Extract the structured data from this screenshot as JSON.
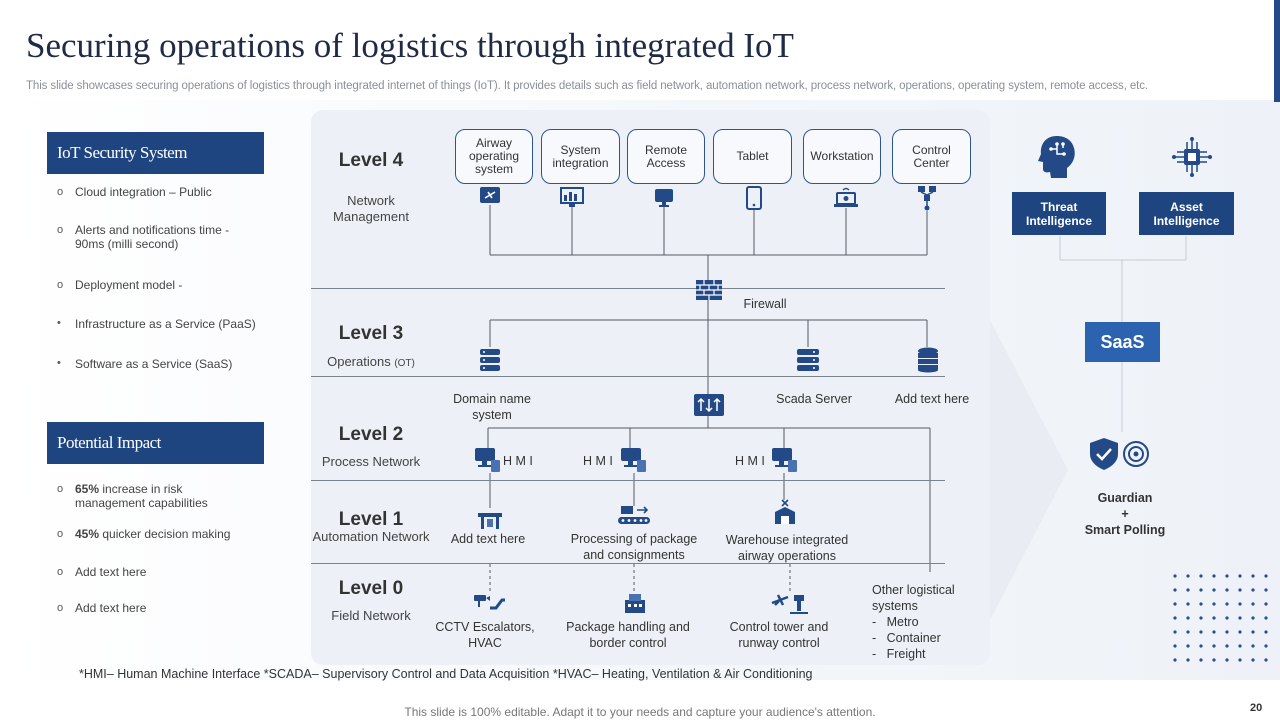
{
  "title": "Securing operations of logistics through integrated IoT",
  "subtitle": "This slide showcases securing operations of logistics through integrated internet of things (IoT). It provides details such as field network, automation network, process network, operations, operating system, remote access, etc.",
  "left": {
    "iot_header": "IoT Security System",
    "iot_items": [
      {
        "marker": "o",
        "text": "Cloud integration – Public"
      },
      {
        "marker": "o",
        "text": "Alerts and notifications time - 90ms (milli second)"
      },
      {
        "marker": "o",
        "text": "Deployment model -"
      },
      {
        "marker": "•",
        "text": "Infrastructure as a Service (PaaS)"
      },
      {
        "marker": "•",
        "text": "Software as a Service (SaaS)"
      }
    ],
    "impact_header": "Potential Impact",
    "impact_items": [
      {
        "marker": "o",
        "bold": "65%",
        "text": " increase in risk management capabilities"
      },
      {
        "marker": "o",
        "bold": "45%",
        "text": " quicker decision making"
      },
      {
        "marker": "o",
        "bold": "",
        "text": "Add text here"
      },
      {
        "marker": "o",
        "bold": "",
        "text": "Add text here"
      }
    ]
  },
  "levels": [
    {
      "name": "Level 4",
      "sub": "Network Management"
    },
    {
      "name": "Level 3",
      "sub": "Operations",
      "sub_small": "(OT)"
    },
    {
      "name": "Level 2",
      "sub": "Process Network"
    },
    {
      "name": "Level 1",
      "sub": "Automation Network"
    },
    {
      "name": "Level 0",
      "sub": "Field Network"
    }
  ],
  "devices": [
    "Airway operating system",
    "System integration",
    "Remote Access",
    "Tablet",
    "Workstation",
    "Control Center"
  ],
  "firewall_label": "Firewall",
  "level3_nodes": {
    "dns": "Domain name system",
    "scada": "Scada Server",
    "add": "Add text here"
  },
  "hmi": [
    "H M I",
    "H M I",
    "H M I"
  ],
  "level1_nodes": [
    "Add text here",
    "Processing of package and consignments",
    "Warehouse integrated airway operations"
  ],
  "level0_nodes": [
    "CCTV Escalators, HVAC",
    "Package handling and border control",
    "Control tower and runway control"
  ],
  "other_systems": {
    "title": "Other logistical systems",
    "items": [
      "Metro",
      "Container",
      "Freight"
    ]
  },
  "right": {
    "threat": "Threat Intelligence",
    "asset": "Asset Intelligence",
    "saas": "SaaS",
    "guardian": "Guardian",
    "plus": "+",
    "smart": "Smart Polling"
  },
  "footnote": "*HMI– Human Machine Interface *SCADA– Supervisory Control and Data Acquisition *HVAC– Heating, Ventilation & Air Conditioning",
  "bottom_note": "This slide is 100% editable. Adapt it to your needs and capture your audience's attention.",
  "page_number": "20",
  "colors": {
    "accent": "#1f4580",
    "icon": "#234a86",
    "saas": "#2b63b0"
  }
}
